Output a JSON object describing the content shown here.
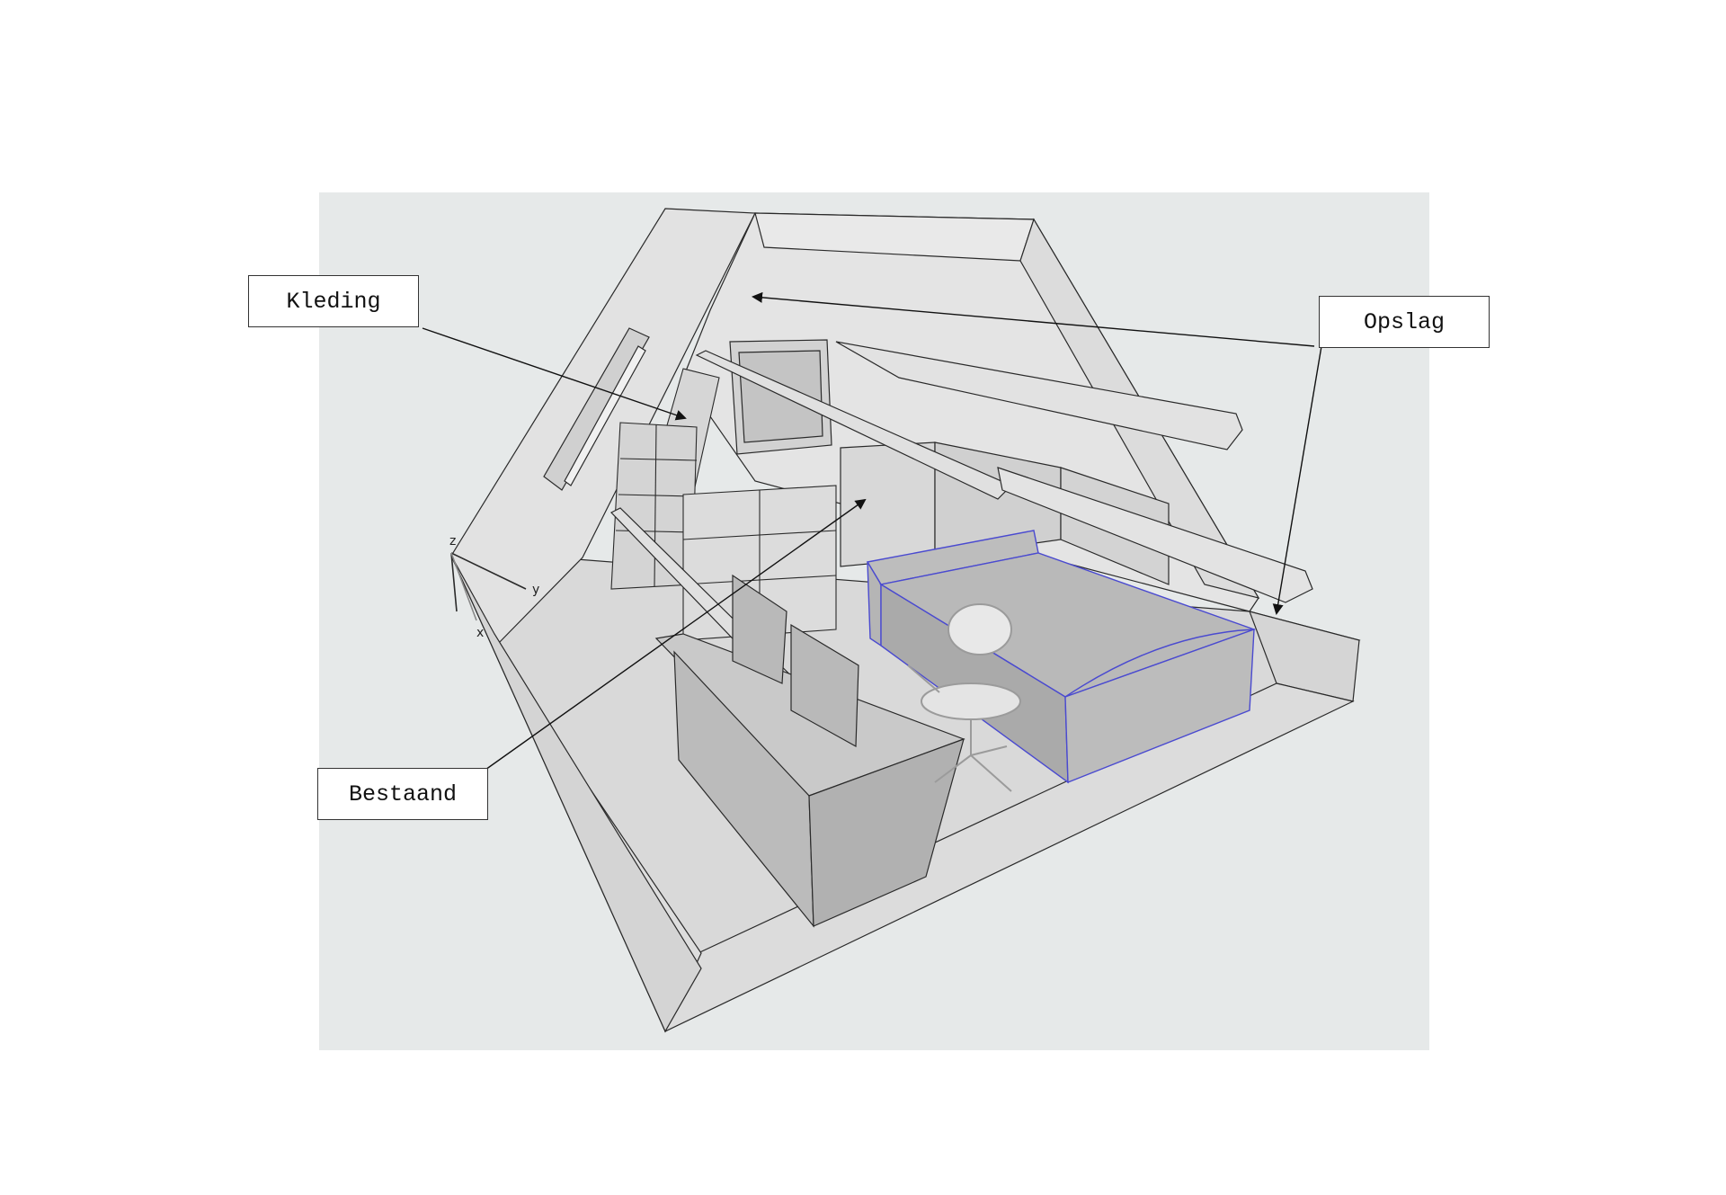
{
  "colors": {
    "canvas": "#e6e9e9",
    "wall": "#dedede",
    "wall_light": "#e9e9e9",
    "wall_dark": "#cdcdcd",
    "floor": "#d9d9d9",
    "furniture": "#bdbdbd",
    "furniture_dark": "#a9a9a9",
    "bed_outline": "#4a4ad0",
    "line": "#2a2a2a",
    "label_border": "#333333"
  },
  "labels": {
    "kleding": "Kleding",
    "opslag": "Opslag",
    "bestaand": "Bestaand"
  },
  "axes": {
    "x": "x",
    "y": "y",
    "z": "z"
  },
  "icons": [
    "arrow-head-icon",
    "axis-triad-icon"
  ]
}
